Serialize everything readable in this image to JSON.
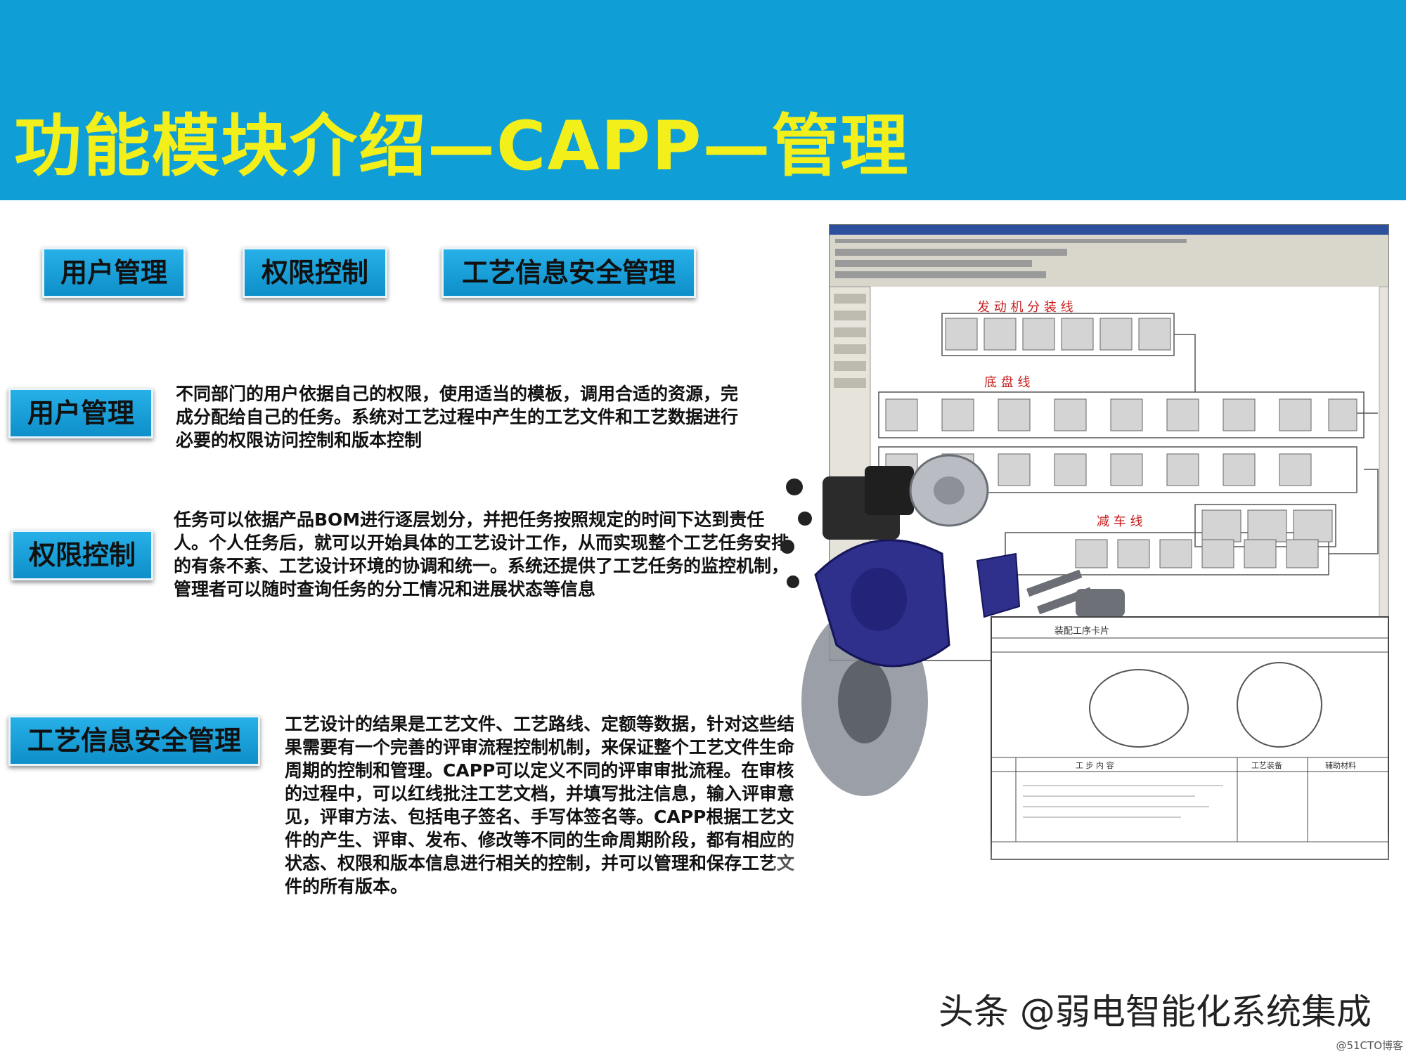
{
  "header": {
    "title": "功能模块介绍—CAPP—管理"
  },
  "tabs": [
    {
      "label": "用户管理"
    },
    {
      "label": "权限控制"
    },
    {
      "label": "工艺信息安全管理"
    }
  ],
  "sections": [
    {
      "label": "用户管理",
      "text": "不同部门的用户依据自己的权限，使用适当的模板，调用合适的资源，完成分配给自己的任务。系统对工艺过程中产生的工艺文件和工艺数据进行必要的权限访问控制和版本控制"
    },
    {
      "label": "权限控制",
      "text": "任务可以依据产品BOM进行逐层划分，并把任务按照规定的时间下达到责任人。个人任务后，就可以开始具体的工艺设计工作，从而实现整个工艺任务安排的有条不紊、工艺设计环境的协调和统一。系统还提供了工艺任务的监控机制，管理者可以随时查询任务的分工情况和进展状态等信息"
    },
    {
      "label": "工艺信息安全管理",
      "text": "工艺设计的结果是工艺文件、工艺路线、定额等数据，针对这些结果需要有一个完善的评审流程控制机制，来保证整个工艺文件生命周期的控制和管理。CAPP可以定义不同的评审审批流程。在审核的过程中，可以红线批注工艺文档，并填写批注信息，输入评审意见，评审方法、包括电子签名、手写体签名等。CAPP根据工艺文件的产生、评审、发布、修改等不同的生命周期阶段，都有相应的状态、权限和版本信息进行相关的控制，并可以管理和保存工艺文件的所有版本。"
    }
  ],
  "illustration": {
    "flow_titles": [
      "发 动 机 分 装 线",
      "底 盘 线",
      "减 车 线"
    ],
    "card_title": "装配工序卡片",
    "card_columns": [
      "工 步 内 容",
      "工艺装备",
      "辅助材料"
    ],
    "icon": "brake-assembly-icon"
  },
  "watermark": "头条 @弱电智能化系统集成",
  "credit": "@51CTO博客",
  "colors": {
    "header_bg": "#109ed6",
    "title": "#f2ef1a",
    "button": "#1aa3dc"
  }
}
